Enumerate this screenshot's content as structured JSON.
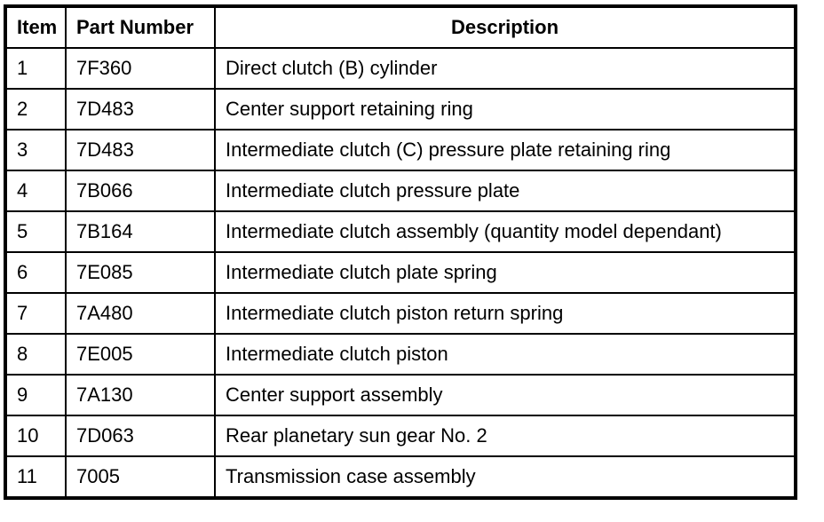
{
  "table": {
    "headers": {
      "item": "Item",
      "part_number": "Part Number",
      "description": "Description"
    },
    "rows": [
      {
        "item": "1",
        "part_number": "7F360",
        "description": "Direct clutch (B) cylinder"
      },
      {
        "item": "2",
        "part_number": "7D483",
        "description": "Center support retaining ring"
      },
      {
        "item": "3",
        "part_number": "7D483",
        "description": "Intermediate clutch (C) pressure plate retaining ring"
      },
      {
        "item": "4",
        "part_number": "7B066",
        "description": "Intermediate clutch pressure plate"
      },
      {
        "item": "5",
        "part_number": "7B164",
        "description": "Intermediate clutch assembly (quantity model dependant)"
      },
      {
        "item": "6",
        "part_number": "7E085",
        "description": "Intermediate clutch plate spring"
      },
      {
        "item": "7",
        "part_number": "7A480",
        "description": "Intermediate clutch piston return spring"
      },
      {
        "item": "8",
        "part_number": "7E005",
        "description": "Intermediate clutch piston"
      },
      {
        "item": "9",
        "part_number": "7A130",
        "description": "Center support assembly"
      },
      {
        "item": "10",
        "part_number": "7D063",
        "description": "Rear planetary sun gear No. 2"
      },
      {
        "item": "11",
        "part_number": "7005",
        "description": "Transmission case assembly"
      }
    ],
    "colors": {
      "border": "#000000",
      "text": "#000000",
      "background": "#ffffff"
    }
  }
}
